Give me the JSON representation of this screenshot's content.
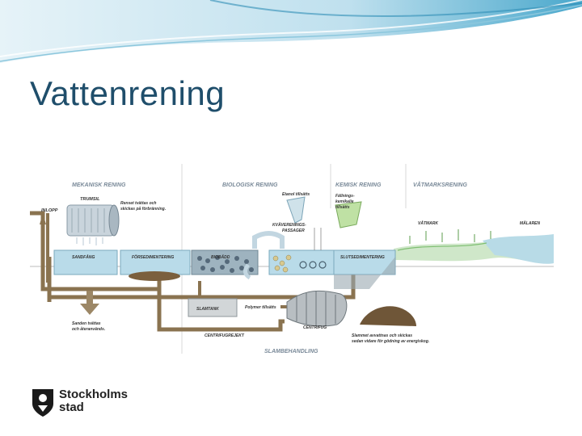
{
  "slide": {
    "title": "Vattenrening"
  },
  "diagram": {
    "sections": {
      "mechanical": "MEKANISK RENING",
      "biological": "BIOLOGISK RENING",
      "chemical": "KEMISK RENING",
      "wetland": "VÅTMARKSRENING",
      "sludge": "SLAMBEHANDLING"
    },
    "labels": {
      "inlopp": "INLOPP",
      "trumsil": "TRUMSIL",
      "rensat": "Renset tvättas och",
      "rensat2": "skickas på förbränning.",
      "sandfang": "SANDFÅNG",
      "forsed": "FÖRSEDIMENTERING",
      "biobad": "BIOBÄDD",
      "etanol": "Etanol tillsätts",
      "fallning": "Fällnings-",
      "fallning2": "kemikalie",
      "fallning3": "tillsätts",
      "kvave": "KVÄVERENINGS-",
      "kvave2": "PASSAGER",
      "slutsed": "SLUTSEDIMENTERING",
      "vatmark": "VÅTMARK",
      "maltaren": "MÄLAREN",
      "slamtank": "SLAMTANK",
      "polymer": "Polymer tillsätts",
      "sanden": "Sanden tvättas",
      "sanden2": "och återanvänds.",
      "centrifug": "CENTRIFUG",
      "centrifugrejekt": "CENTRIFUGREJEKT",
      "slammet": "Slammet avvattnas och skickas",
      "slammet2": "sedan vidare för gödning av energiskog."
    }
  },
  "logo": {
    "line1": "Stockholms",
    "line2": "stad"
  },
  "colors": {
    "title": "#1f4e6b",
    "water": "#b9dbe9",
    "pipe": "#8a7350",
    "wave": "#4ea9c9"
  }
}
